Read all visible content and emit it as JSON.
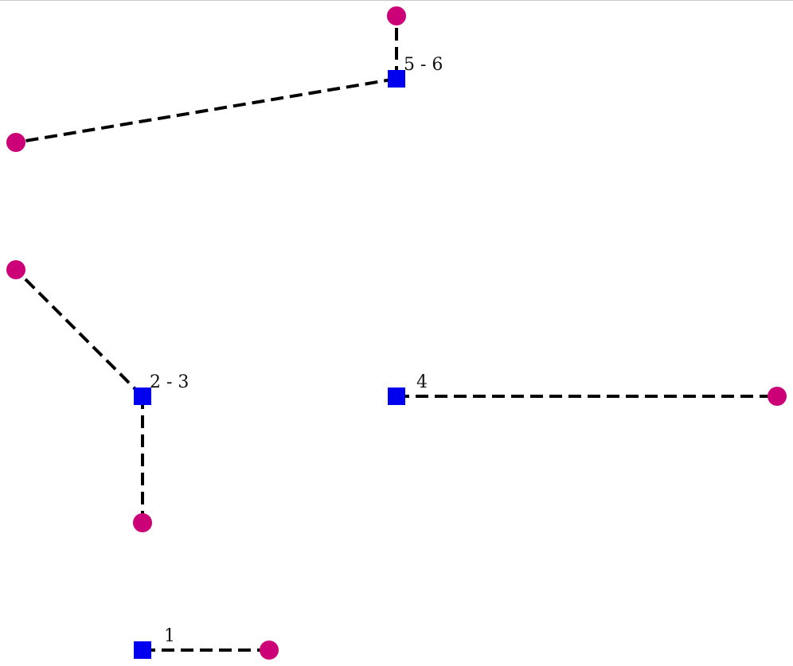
{
  "colors": {
    "edge": "#000000",
    "square_node": "#0000ee",
    "circle_node": "#cc0077"
  },
  "groups": [
    {
      "label": "1"
    },
    {
      "label": "2 - 3"
    },
    {
      "label": "4"
    },
    {
      "label": "5 - 6"
    }
  ]
}
